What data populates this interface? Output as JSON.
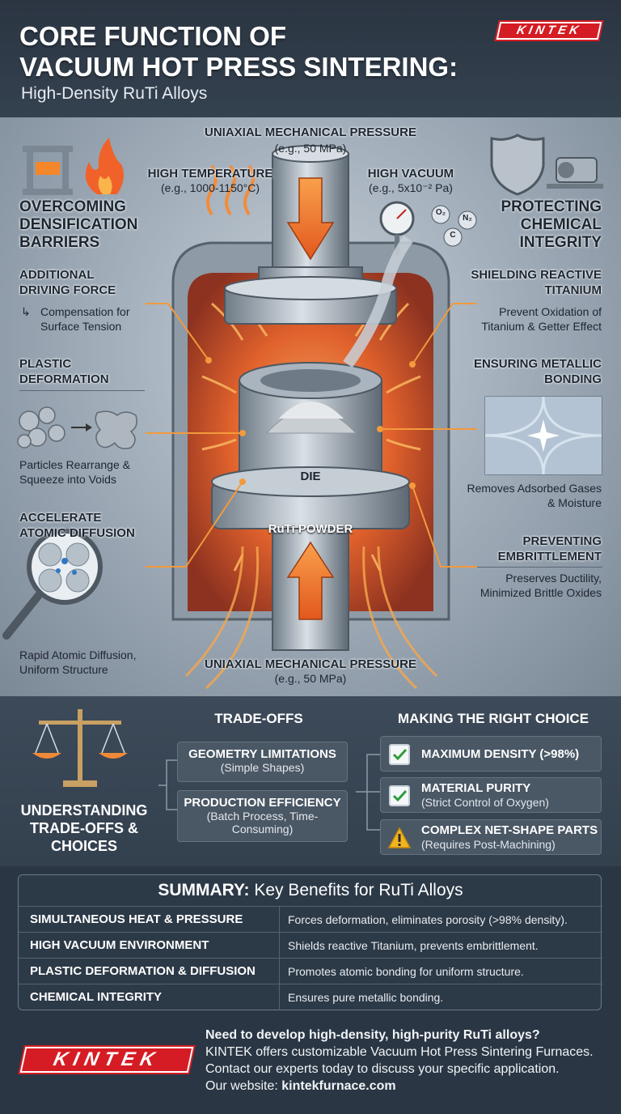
{
  "header": {
    "title_line1": "CORE FUNCTION OF",
    "title_line2": "VACUUM HOT PRESS SINTERING:",
    "subtitle": "High-Density RuTi Alloys",
    "logo": "KINTEK"
  },
  "diagram": {
    "pressure_top": {
      "label": "UNIAXIAL MECHANICAL PRESSURE",
      "value": "(e.g., 50 MPa)"
    },
    "temperature": {
      "label": "HIGH TEMPERATURE",
      "value": "(e.g., 1000-1150°C)"
    },
    "vacuum": {
      "label": "HIGH VACUUM",
      "value": "(e.g., 5x10⁻² Pa)"
    },
    "gas_labels": [
      "O₂",
      "N₂",
      "C"
    ],
    "die_label": "DIE",
    "powder_label": "RuTi POWDER",
    "pressure_bottom": {
      "label": "UNIAXIAL MECHANICAL PRESSURE",
      "value": "(e.g., 50 MPa)"
    }
  },
  "left": {
    "heading": "OVERCOMING DENSIFICATION BARRIERS",
    "items": [
      {
        "label": "ADDITIONAL DRIVING FORCE",
        "desc": "Compensation for Surface Tension"
      },
      {
        "label": "PLASTIC DEFORMATION",
        "desc": "Particles Rearrange & Squeeze into Voids"
      },
      {
        "label": "ACCELERATE ATOMIC DIFFUSION",
        "desc": "Rapid Atomic Diffusion, Uniform Structure"
      }
    ]
  },
  "right": {
    "heading": "PROTECTING CHEMICAL INTEGRITY",
    "items": [
      {
        "label": "SHIELDING REACTIVE TITANIUM",
        "desc": "Prevent Oxidation of Titanium & Getter Effect"
      },
      {
        "label": "ENSURING METALLIC BONDING",
        "desc": "Removes Adsorbed Gases & Moisture"
      },
      {
        "label": "PREVENTING EMBRITTLEMENT",
        "desc": "Preserves Ductility, Minimized Brittle Oxides"
      }
    ]
  },
  "tradeoffs": {
    "section_heading": "UNDERSTANDING TRADE-OFFS & CHOICES",
    "title": "TRADE-OFFS",
    "items": [
      {
        "label": "GEOMETRY LIMITATIONS",
        "desc": "(Simple Shapes)"
      },
      {
        "label": "PRODUCTION EFFICIENCY",
        "desc": "(Batch Process, Time-Consuming)"
      }
    ]
  },
  "choices": {
    "title": "MAKING THE RIGHT CHOICE",
    "items": [
      {
        "label": "MAXIMUM DENSITY (>98%)",
        "desc": "",
        "icon": "check-icon"
      },
      {
        "label": "MATERIAL PURITY",
        "desc": "(Strict Control of Oxygen)",
        "icon": "check-icon"
      },
      {
        "label": "COMPLEX NET-SHAPE PARTS",
        "desc": "(Requires Post-Machining)",
        "icon": "warning-icon"
      }
    ]
  },
  "summary": {
    "title_bold": "SUMMARY:",
    "title_rest": " Key Benefits for RuTi Alloys",
    "rows": [
      {
        "key": "SIMULTANEOUS HEAT & PRESSURE",
        "value": "Forces deformation, eliminates porosity (>98% density)."
      },
      {
        "key": "HIGH VACUUM ENVIRONMENT",
        "value": "Shields reactive Titanium, prevents embrittlement."
      },
      {
        "key": "PLASTIC DEFORMATION & DIFFUSION",
        "value": "Promotes atomic bonding for uniform structure."
      },
      {
        "key": "CHEMICAL INTEGRITY",
        "value": "Ensures pure metallic bonding."
      }
    ]
  },
  "cta": {
    "logo": "KINTEK",
    "question": "Need to develop high-density, high-purity RuTi alloys?",
    "line1": "KINTEK offers customizable Vacuum Hot Press Sintering Furnaces.",
    "line2": "Contact our experts today to discuss your specific application.",
    "website_label": "Our website: ",
    "website": "kintekfurnace.com"
  },
  "colors": {
    "accent": "#d51c24",
    "furnace_glow": "#e0552a",
    "arrow": "#f07a2e",
    "check": "#2e9c3c",
    "warning": "#f2b51f"
  }
}
